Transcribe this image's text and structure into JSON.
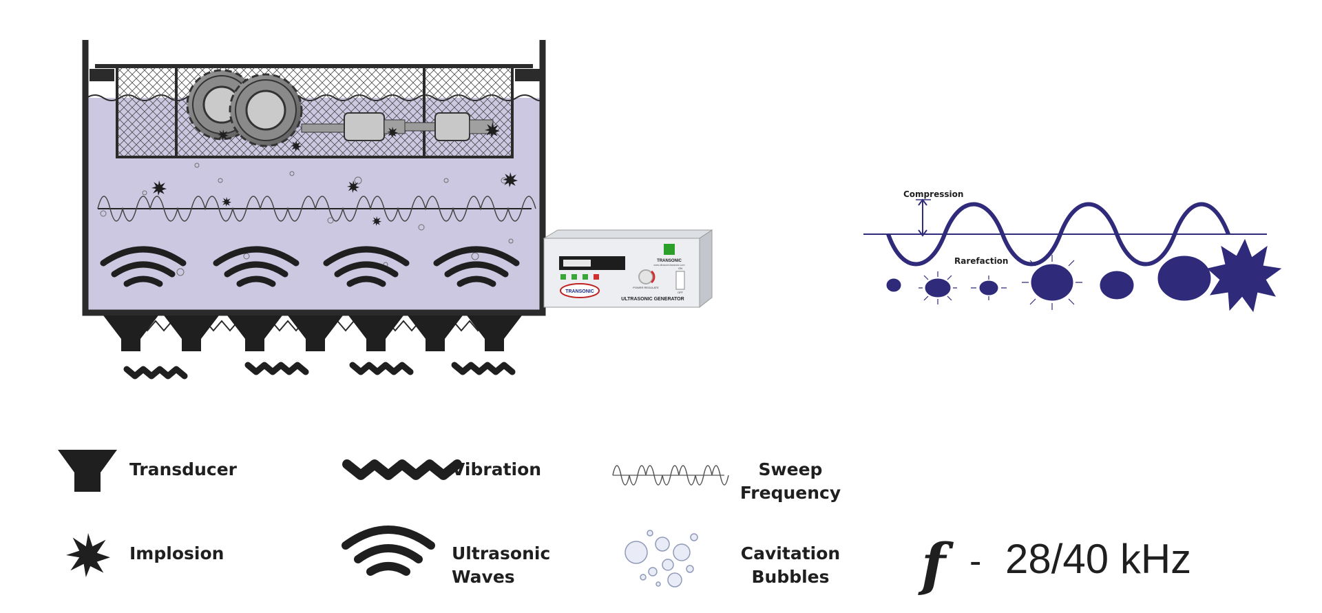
{
  "diagram": {
    "generator": {
      "brand": "TRANSONIC",
      "brand_sub": "www.ultrasonictransonic.com",
      "title": "ULTRASONIC GENERATOR",
      "knob_label": "POWER REGULATE",
      "switch_on": "ON",
      "switch_off": "OFF",
      "logo_text": "TRANSONIC"
    },
    "wave": {
      "compression_label": "Compression",
      "rarefaction_label": "Rarefaction"
    },
    "legend": [
      {
        "icon": "transducer-icon",
        "label": "Transducer"
      },
      {
        "icon": "vibration-icon",
        "label": "Vibration"
      },
      {
        "icon": "sweep-frequency-icon",
        "label_line1": "Sweep",
        "label_line2": "Frequency"
      },
      {
        "icon": "implosion-icon",
        "label": "Implosion"
      },
      {
        "icon": "ultrasonic-waves-icon",
        "label_line1": "Ultrasonic",
        "label_line2": "Waves"
      },
      {
        "icon": "cavitation-bubbles-icon",
        "label_line1": "Cavitation",
        "label_line2": "Bubbles"
      }
    ],
    "frequency": {
      "symbol": "f",
      "dash": "-",
      "value": "28/40 kHz"
    }
  },
  "colors": {
    "tank_outline": "#2b2b2b",
    "liquid": "#cdc8e2",
    "dark_symbol": "#1f1f1f",
    "wave_blue": "#2f2a7a",
    "generator_face": "#eceef2",
    "generator_side": "#c3c6cc"
  }
}
